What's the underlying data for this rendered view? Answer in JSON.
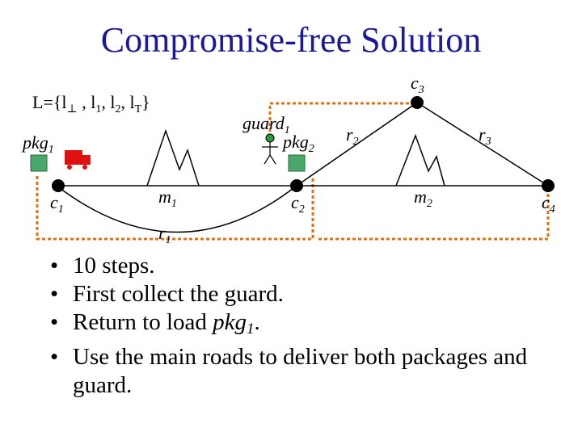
{
  "title": "Compromise-free Solution",
  "set_label": {
    "prefix": "L={l",
    "bot": "⊥",
    "sep1": " , l",
    "i1": "1",
    "sep2": ", l",
    "i2": "2",
    "sep3": ", l",
    "top": "T",
    "suffix": "}"
  },
  "nodes": {
    "c1": {
      "base": "c",
      "sub": "1"
    },
    "c2": {
      "base": "c",
      "sub": "2"
    },
    "c3": {
      "base": "c",
      "sub": "3"
    },
    "c4": {
      "base": "c",
      "sub": "4"
    }
  },
  "mountains": {
    "m1": {
      "base": "m",
      "sub": "1"
    },
    "m2": {
      "base": "m",
      "sub": "2"
    }
  },
  "roads": {
    "r1": {
      "base": "r",
      "sub": "1"
    },
    "r2": {
      "base": "r",
      "sub": "2"
    },
    "r3": {
      "base": "r",
      "sub": "3"
    }
  },
  "packages": {
    "pkg1": {
      "base": "pkg",
      "sub": "1"
    },
    "pkg2": {
      "base": "pkg",
      "sub": "2"
    }
  },
  "guard": {
    "base": "guard",
    "sub": "1"
  },
  "colors": {
    "title": "#1a1a99",
    "path": "#e07010",
    "package": "#4aa86a",
    "truck": "#e01010",
    "guard": "#2a9a3a"
  },
  "bullets": [
    {
      "plain": "10 steps."
    },
    {
      "plain": "First collect the guard."
    },
    {
      "pre": "Return to load ",
      "it": "pkg",
      "sub": "1",
      "post": "."
    },
    {
      "plain": "Use the main roads to deliver both packages and guard."
    }
  ]
}
